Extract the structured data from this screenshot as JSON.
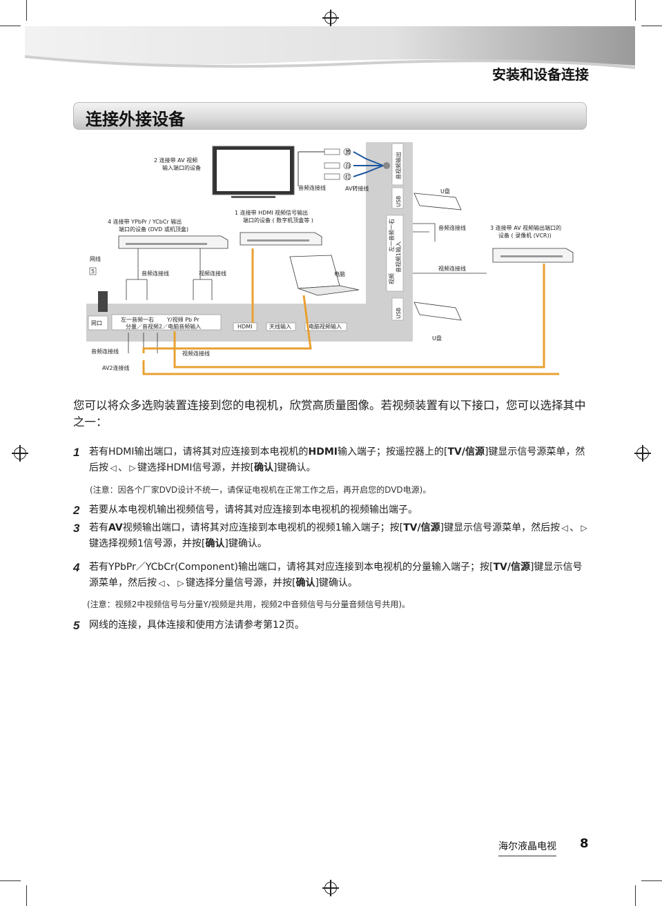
{
  "header": {
    "section_title": "安装和设备连接"
  },
  "banner": {
    "title": "连接外接设备"
  },
  "diagram": {
    "labels": {
      "dev2": "2 连接带 AV 视频",
      "dev2b": "输入端口的设备",
      "audio_cable_top": "音频连接线",
      "av_adapter": "AV转接线",
      "ypbpr_dev": "4 连接带 YPbPr / YCbCr 输出",
      "ypbpr_dev_b": "端口的设备 (DVD 或机顶盒)",
      "hdmi_dev": "1 连接带 HDMI 视频信号输出",
      "hdmi_dev_b": "端口的设备 ( 数字机顶盒等 )",
      "usb_disk": "U盘",
      "usb_disk2": "U盘",
      "audio_cable_right": "音频连接线",
      "vcr_dev": "3 连接带 AV 视频输出端口的",
      "vcr_dev_b": "设备 ( 录像机 (VCR))",
      "video_cable_right": "视频连接线",
      "network_cable": "网线",
      "num5": "5",
      "audio_cable_mid": "音频连接线",
      "video_cable_mid": "视频连接线",
      "computer": "电脑",
      "lan_port": "网口",
      "port_lr": "左一音频一右",
      "port_ypbpr": "Y/视频   Pb    Pr",
      "port_component": "分量／音视频2／电脑音频输入",
      "port_hdmi": "HDMI",
      "port_antenna": "天线输入",
      "port_pc": "电脑视频输入",
      "audio_cable_bottom": "音频连接线",
      "video_cable_bottom": "视频连接线",
      "av2_cable": "AV2连接线",
      "side_av_out": "音视频输出",
      "side_usb1": "USB",
      "side_usb2": "USB",
      "side_av_in": "左一音频一右",
      "side_av_in2": "音视频1输入",
      "side_video": "视频",
      "mark_y": "黄",
      "mark_w": "白",
      "mark_r": "红"
    }
  },
  "intro": "您可以将众多选购装置连接到您的电视机，欣赏高质量图像。若视频装置有以下接口，您可以选择其中之一：",
  "items": [
    {
      "num": "1",
      "a": "若有HDMI输出端口，请将其对应连接到本电视机的",
      "b": "HDMI",
      "c": "输入端子；按遥控器上的[",
      "d": "TV/信源",
      "e": "]键显示信号源菜单，然后按",
      "f": "、",
      "g": "键选择HDMI信号源，并按[",
      "h": "确认",
      "i": "]键确认。"
    },
    {
      "num": "2",
      "a": "若要从本电视机输出视频信号，请将其对应连接到本电视机的视频输出端子。"
    },
    {
      "num": "3",
      "a": "若有",
      "b": "AV",
      "c": "视频输出端口，请将其对应连接到本电视机的视频1输入端子；按[",
      "d": "TV/信源",
      "e": "]键显示信号源菜单，然后按",
      "f": "、",
      "g": "键选择视频1信号源，并按[",
      "h": "确认",
      "i": "]键确认。"
    },
    {
      "num": "4",
      "a": "若有YPbPr／YCbCr(Component)输出端口，请将其对应连接到本电视机的分量输入端子；按[",
      "b": "TV/信源",
      "c": "]键显示信号源菜单，然后按",
      "d": "、",
      "e": "键选择分量信号源，并按[",
      "f": "确认",
      "g": "]键确认。"
    },
    {
      "num": "5",
      "a": "网线的连接，具体连接和使用方法请参考第12页。"
    }
  ],
  "notes": {
    "n1": "(注意：因各个厂家DVD设计不统一，请保证电视机在正常工作之后，再开启您的DVD电源)。",
    "n2": "(注意：视频2中视频信号与分量Y/视频是共用，视频2中音频信号与分量音频信号共用)。"
  },
  "icons": {
    "left": "◁",
    "right": "▷"
  },
  "footer": {
    "brand": "海尔液晶电视",
    "page": "8"
  },
  "colors": {
    "cable": "#e8a030",
    "panel": "#cfcfcf"
  }
}
